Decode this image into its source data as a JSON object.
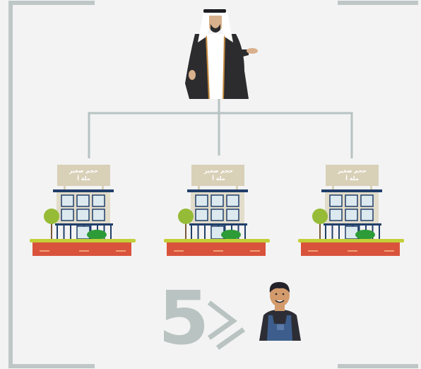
{
  "buildings": [
    {
      "sign_line1": "حجم صغير",
      "sign_line2": "ملة أ"
    },
    {
      "sign_line1": "حجم صغير",
      "sign_line2": "ملة أ"
    },
    {
      "sign_line1": "حجم صغير",
      "sign_line2": "ملة أ"
    }
  ],
  "comparison": {
    "number": "5",
    "symbol": "greater-than-or-equal-icon"
  },
  "people": {
    "top": "saudi-man-in-bisht-icon",
    "bottom": "worker-in-overalls-icon"
  },
  "colors": {
    "background": "#f3f3f3",
    "frame": "#bfc7c6",
    "connector": "#b6c3c2",
    "sign": "#d9d0b8",
    "building_wall": "#e2dccb",
    "building_trim": "#213f6a",
    "window": "#dce9ef",
    "grass": "#c2cf37",
    "soil": "#d9533c",
    "tree": "#96bb36",
    "bush": "#2d9b37",
    "number": "#b9c3c1"
  }
}
